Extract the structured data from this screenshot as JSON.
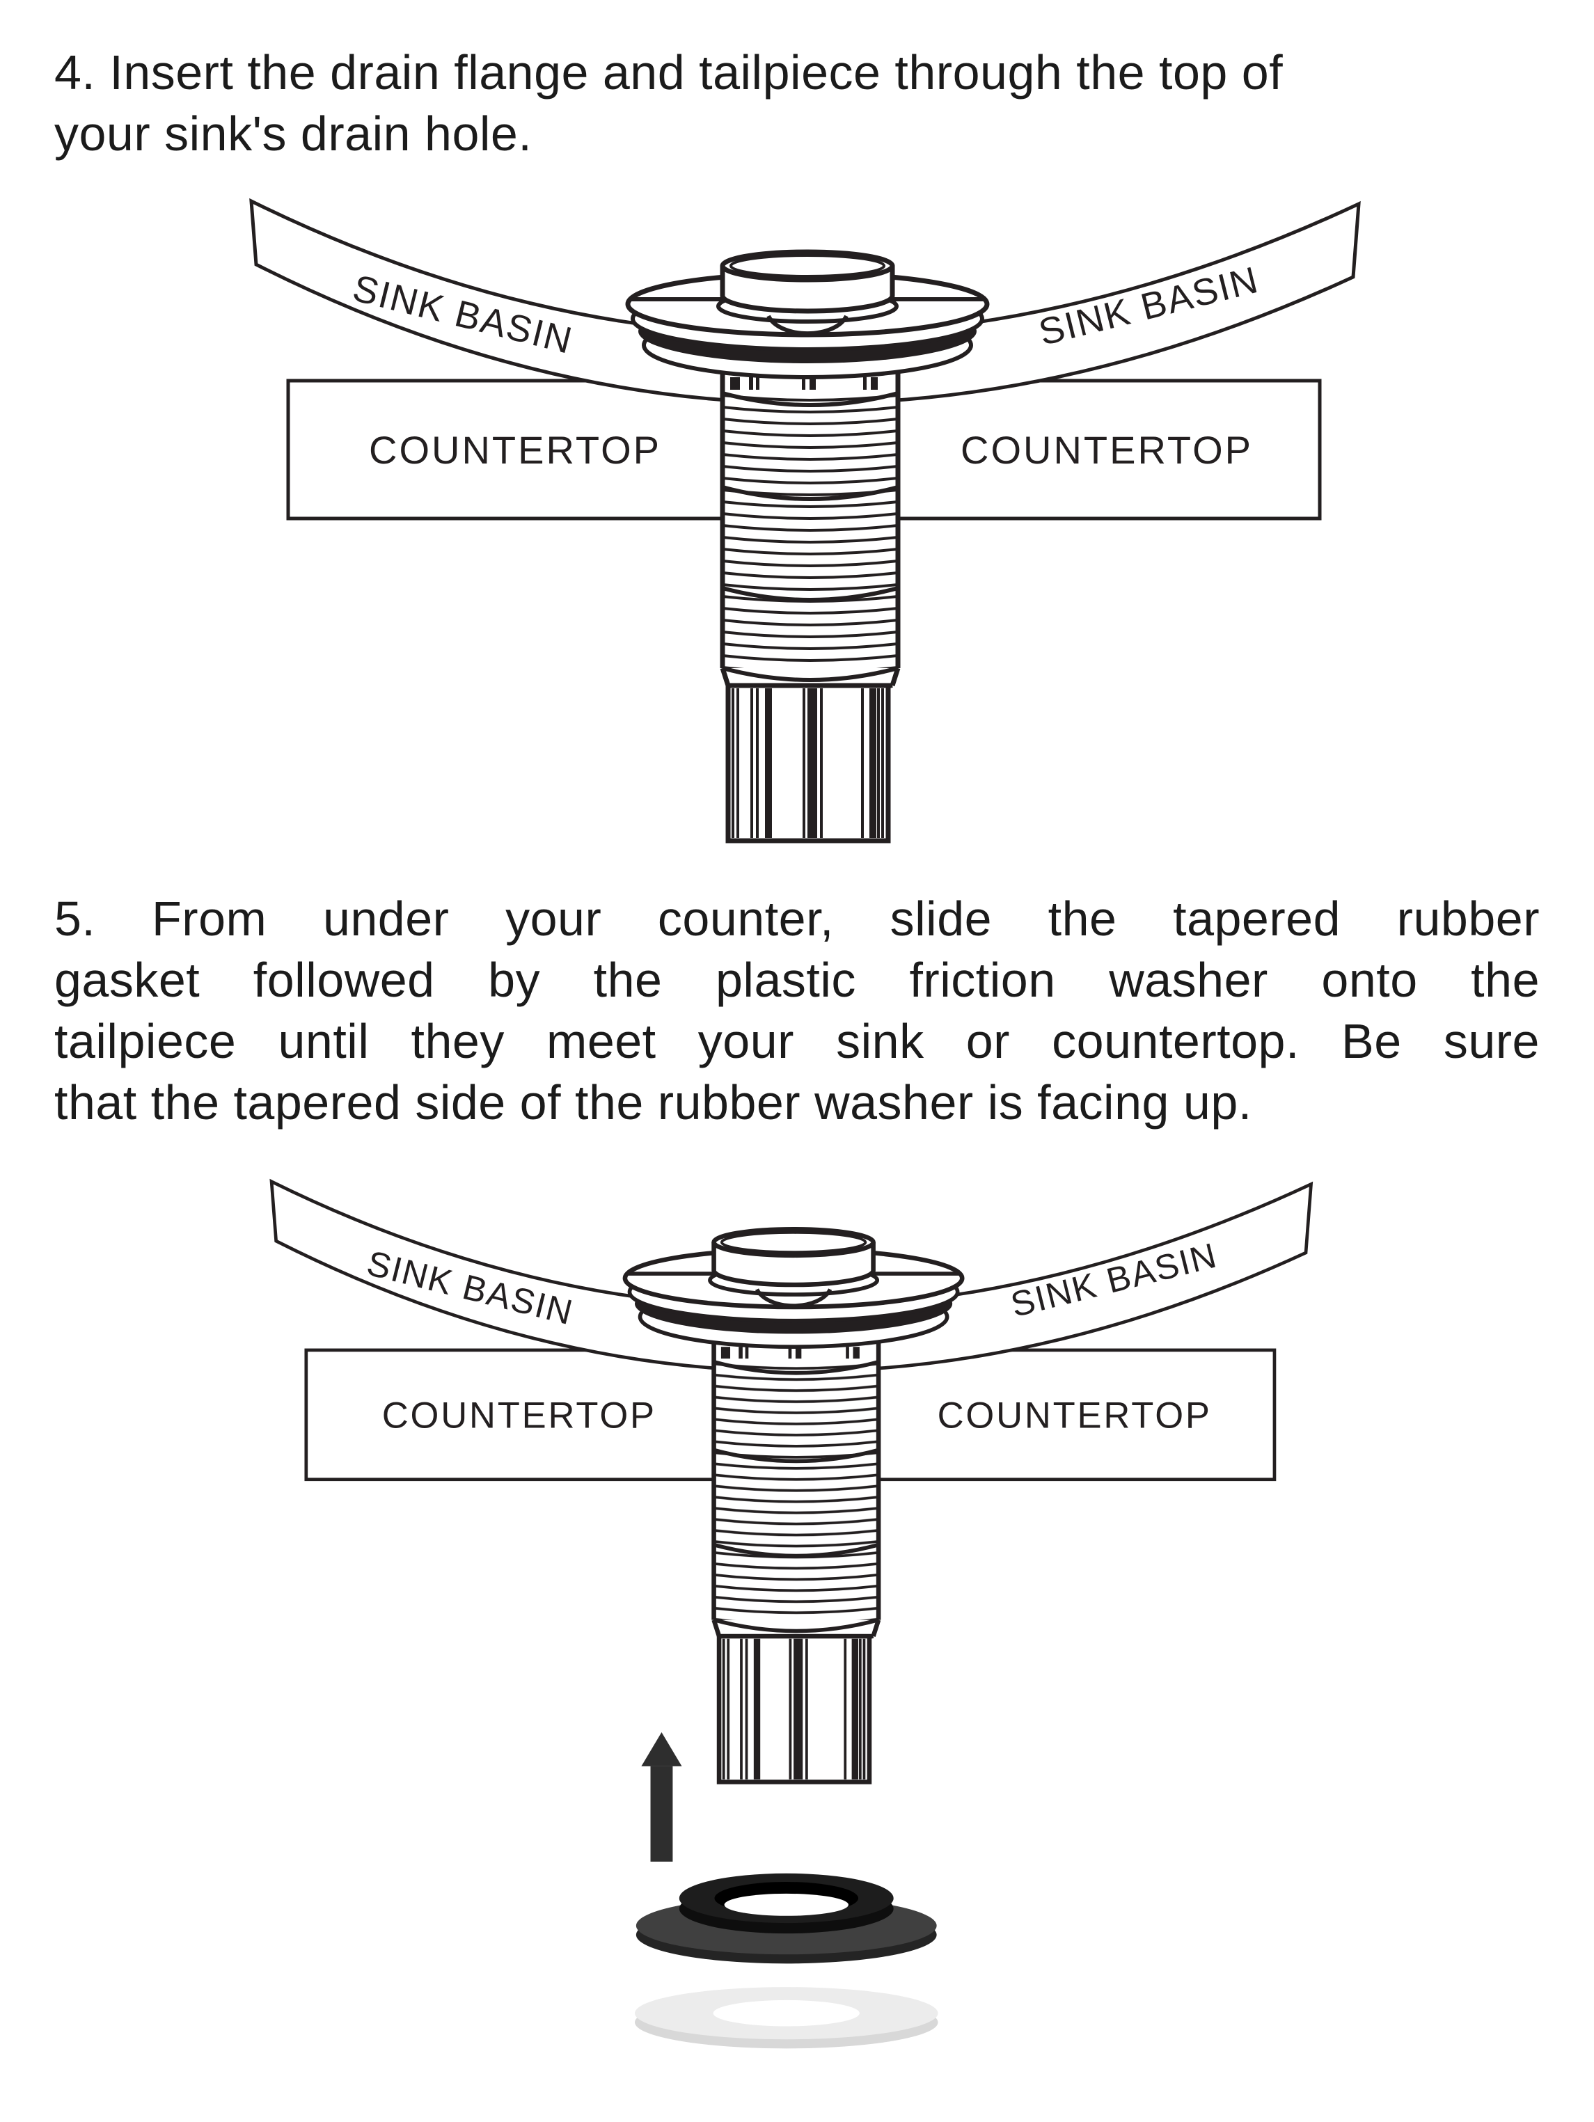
{
  "steps": {
    "step4": {
      "lines": [
        "4. Insert the drain flange and tailpiece through the top of",
        "your sink's drain hole."
      ]
    },
    "step5": {
      "lines": [
        "5. From under your counter, slide the tapered rubber",
        "gasket followed by the plastic friction washer onto the",
        "tailpiece until they meet your sink or countertop. Be sure",
        "that the tapered side of the rubber washer is facing up."
      ]
    }
  },
  "diagram1": {
    "sink_basin_left": "SINK BASIN",
    "sink_basin_right": "SINK BASIN",
    "countertop_left": "COUNTERTOP",
    "countertop_right": "COUNTERTOP"
  },
  "diagram2": {
    "sink_basin_left": "SINK BASIN",
    "sink_basin_right": "SINK BASIN",
    "countertop_left": "COUNTERTOP",
    "countertop_right": "COUNTERTOP"
  },
  "colors": {
    "ink": "#231f20",
    "arrow": "#2e2e2e",
    "gasket_flange_top": "#404040",
    "gasket_flange_edge": "#242424",
    "gasket_ring": "#1d1d1d",
    "gasket_hole": "#000000",
    "washer_top": "#ececec",
    "washer_edge": "#d8d8d8"
  }
}
